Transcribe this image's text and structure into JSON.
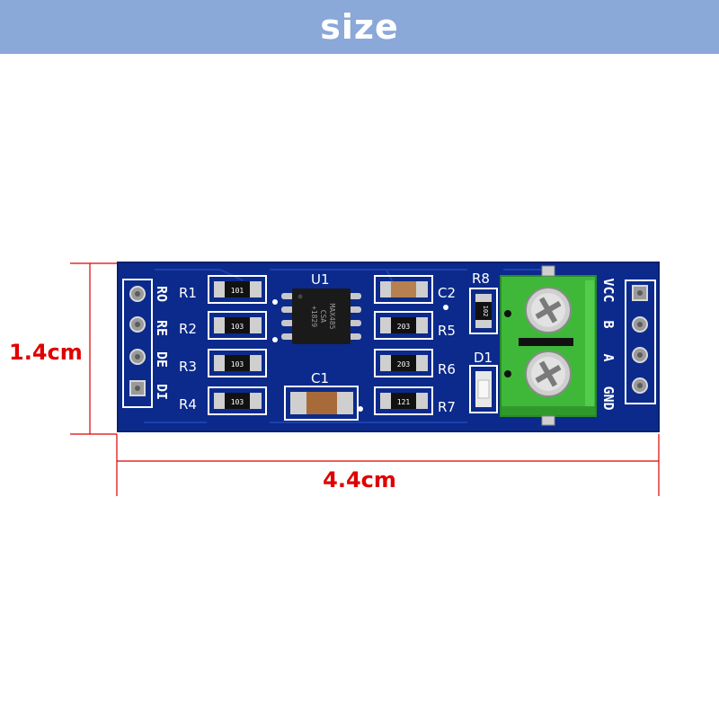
{
  "header": {
    "title": "size"
  },
  "dimensions": {
    "height_label": "1.4cm",
    "width_label": "4.4cm",
    "line_color": "#e00000"
  },
  "board": {
    "pcb_color": "#0b2a8c",
    "terminal_color": "#3fb83a",
    "left_pins": [
      "RO",
      "RE",
      "DE",
      "DI"
    ],
    "right_pins": [
      "VCC",
      "B",
      "A",
      "GND"
    ],
    "resistors_left": [
      "R1",
      "R2",
      "R3",
      "R4"
    ],
    "resistor_codes_left": [
      "101",
      "103",
      "103",
      "103"
    ],
    "right_labels": [
      "C2",
      "R5",
      "R6",
      "R7"
    ],
    "resistor_codes_right": [
      "",
      "203",
      "203",
      "121"
    ],
    "ic": {
      "ref": "U1",
      "marking": [
        "MAX485",
        "CSA",
        "+1829"
      ]
    },
    "cap_c1": "C1",
    "r8": {
      "ref": "R8",
      "code": "102"
    },
    "d1": "D1"
  }
}
